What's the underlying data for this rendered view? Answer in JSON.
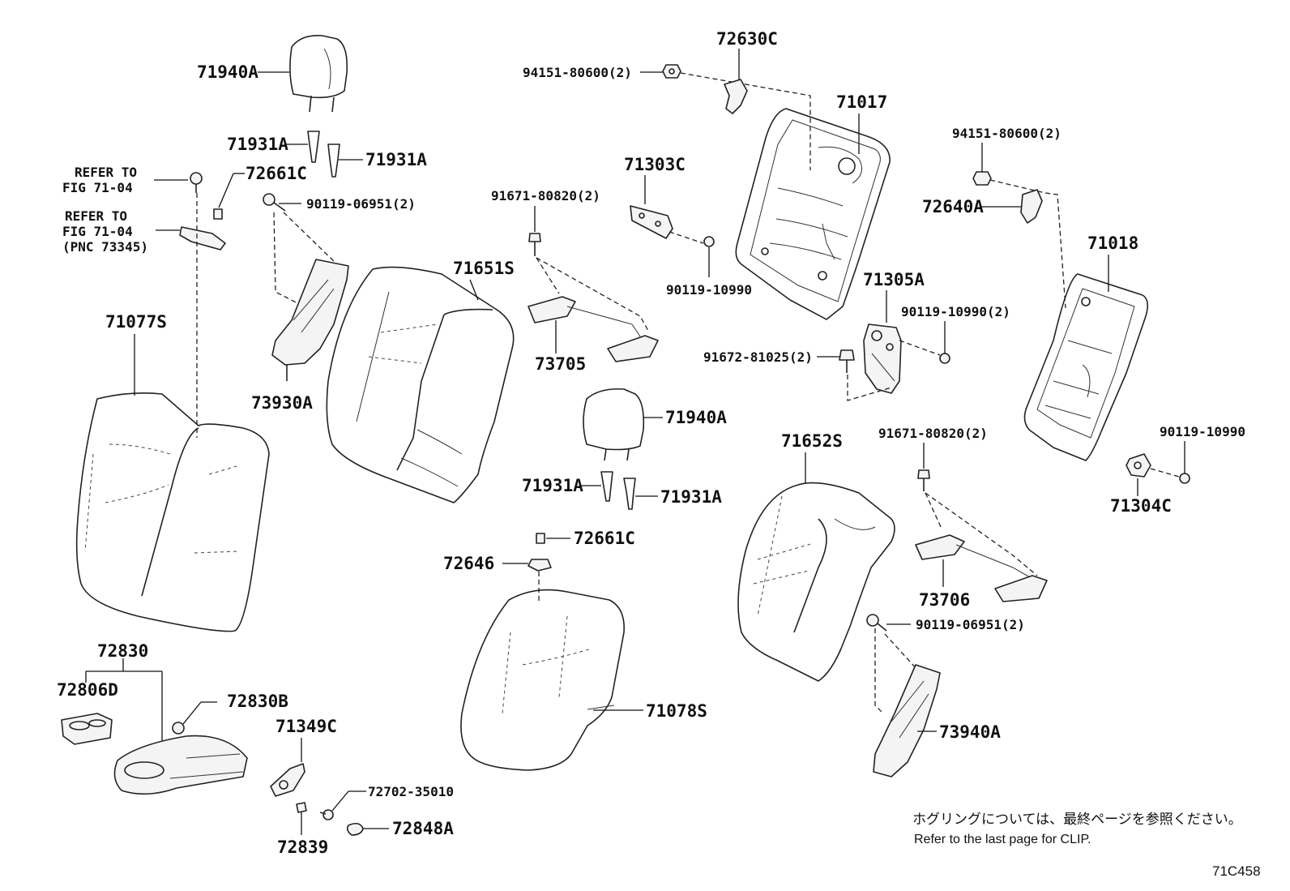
{
  "labels": {
    "headrest_left": "71940A",
    "guide_l1": "71931A",
    "guide_l2": "71931A",
    "refer1_line1": "REFER TO",
    "refer1_line2": "FIG 71-04",
    "refer2_line1": "REFER TO",
    "refer2_line2": "FIG 71-04",
    "refer2_line3": "(PNC 73345)",
    "clip_l": "72661C",
    "bolt_l": "90119-06951(2)",
    "seatback_l": "71077S",
    "belt_l": "73930A",
    "cover_l": "71651S",
    "armrest": "72830",
    "cupholder": "72806D",
    "armrest_clip": "72830B",
    "hinge": "71349C",
    "screw_1": "72702-35010",
    "pad_1": "72848A",
    "pad_2": "72839",
    "nut_top": "94151-80600(2)",
    "bracket_top": "72630C",
    "frame_l": "71017",
    "hinge_plate": "71303C",
    "bolt_mid": "91671-80820(2)",
    "bolt_mid2": "90119-10990",
    "heater_l": "73705",
    "headrest_c": "71940A",
    "guide_c1": "71931A",
    "guide_c2": "71931A",
    "clip_c": "72661C",
    "clip_c2": "72646",
    "seatback_c": "71078S",
    "bracket_r": "71305A",
    "bolt_r2": "90119-10990(2)",
    "bolt_r3": "91672-81025(2)",
    "cover_r": "71652S",
    "bolt_mid3": "91671-80820(2)",
    "heater_r": "73706",
    "bolt_r4": "90119-06951(2)",
    "belt_r": "73940A",
    "nut_r": "94151-80600(2)",
    "bracket_r2": "72640A",
    "frame_r": "71018",
    "bolt_r5": "90119-10990",
    "hinge_r": "71304C"
  },
  "note": {
    "japanese": "ホグリングについては、最終ページを参照ください。",
    "english": "Refer to the last page for CLIP."
  },
  "figure_code": "71C458"
}
